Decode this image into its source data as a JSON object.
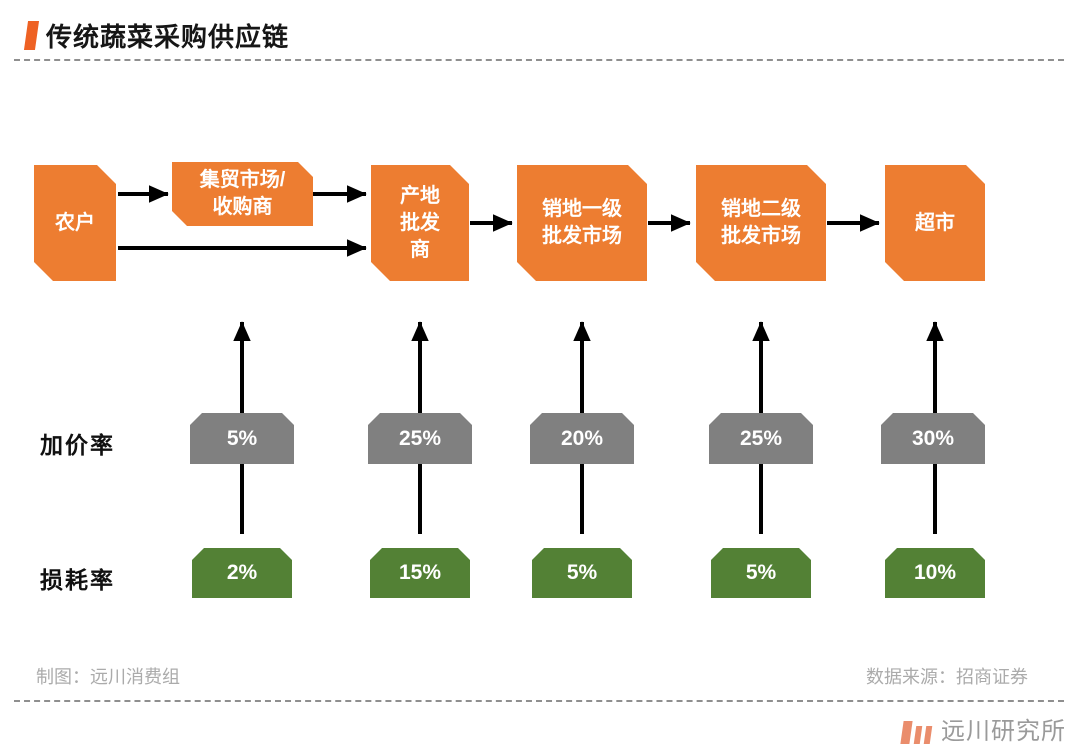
{
  "title": "传统蔬菜采购供应链",
  "colors": {
    "accent": "#ee6123",
    "orange": "#ed7d31",
    "gray": "#808080",
    "green": "#538135",
    "brand": "#ea8d6c"
  },
  "chain": {
    "nodes": [
      {
        "label": "农户"
      },
      {
        "label": "集贸市场/\n收购商"
      },
      {
        "label": "产地\n批发\n商"
      },
      {
        "label": "销地一级\n批发市场"
      },
      {
        "label": "销地二级\n批发市场"
      },
      {
        "label": "超市"
      }
    ]
  },
  "rates": {
    "markup": {
      "label": "加价率",
      "values": [
        "5%",
        "25%",
        "20%",
        "25%",
        "30%"
      ]
    },
    "loss": {
      "label": "损耗率",
      "values": [
        "2%",
        "15%",
        "5%",
        "5%",
        "10%"
      ]
    }
  },
  "footer": {
    "credit": "制图：远川消费组",
    "source": "数据来源：招商证券"
  },
  "brand": {
    "name": "远川研究所"
  }
}
